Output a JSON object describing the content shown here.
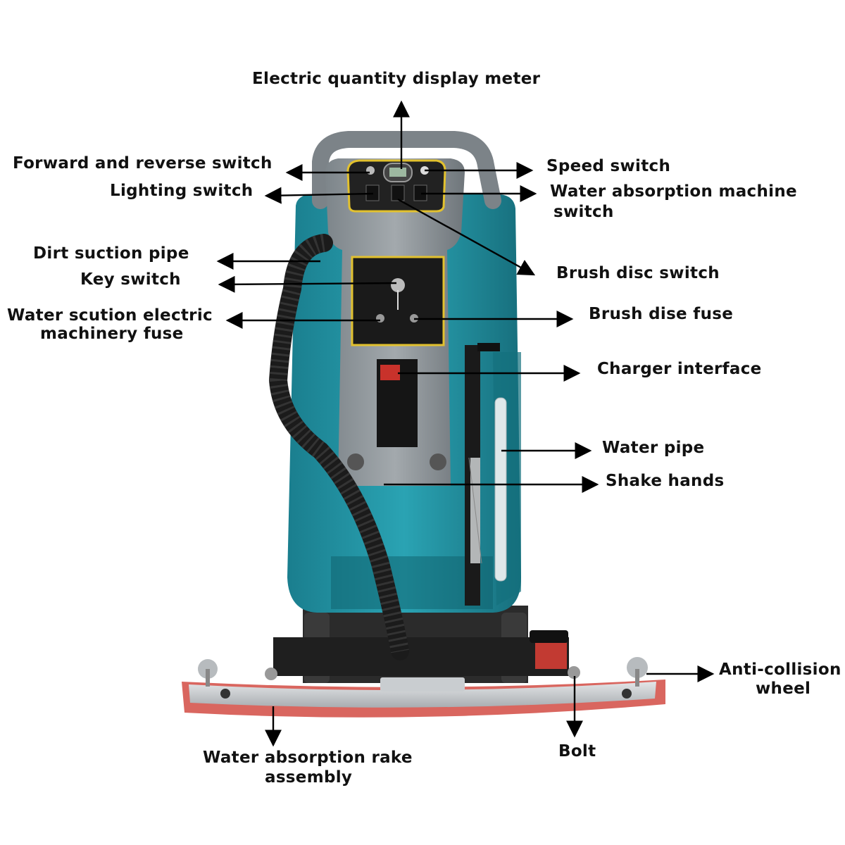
{
  "labels": {
    "electric_meter": "Electric quantity display meter",
    "forward_reverse": "Forward and reverse switch",
    "speed_switch": "Speed switch",
    "lighting_switch": "Lighting switch",
    "water_absorption_machine_switch_l1": "Water absorption machine",
    "water_absorption_machine_switch_l2": "switch",
    "dirt_suction_pipe": "Dirt suction pipe",
    "key_switch": "Key switch",
    "brush_disc_switch": "Brush disc switch",
    "water_suction_fuse_l1": "Water scution electric",
    "water_suction_fuse_l2": "machinery fuse",
    "brush_dise_fuse": "Brush dise fuse",
    "charger_interface": "Charger interface",
    "water_pipe": "Water pipe",
    "shake_hands": "Shake hands",
    "anti_collision_l1": "Anti-collision",
    "anti_collision_l2": "wheel",
    "bolt": "Bolt",
    "rake_assembly_l1": "Water absorption rake",
    "rake_assembly_l2": "assembly"
  },
  "colors": {
    "body_teal": "#1e8fa0",
    "panel_gray": "#8f969b",
    "panel_outline": "#e0c23a",
    "squeegee_red": "#d9665f",
    "squeegee_steel": "#c7c9cc",
    "hose_black": "#1b1b1b",
    "arrow_black": "#000000"
  }
}
